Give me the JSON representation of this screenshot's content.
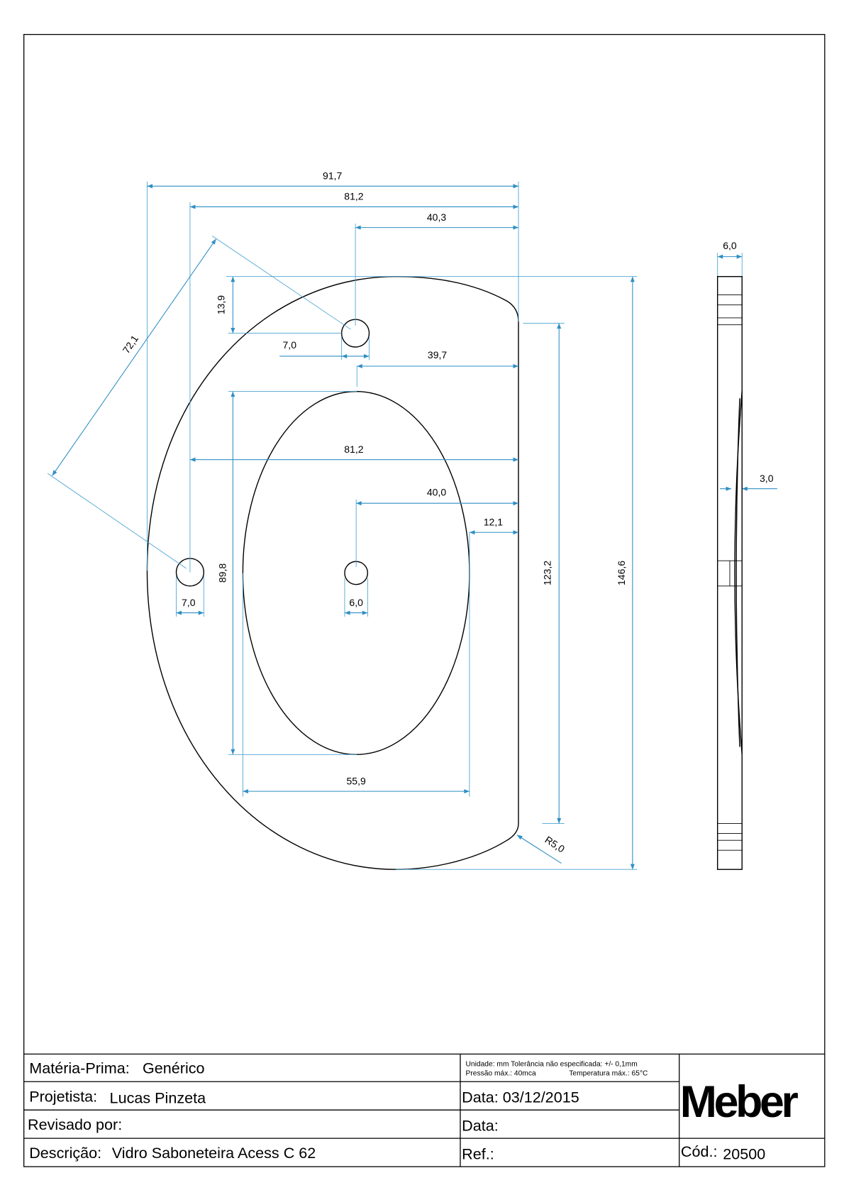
{
  "drawing": {
    "dimensions": {
      "overall_width": "91,7",
      "hole_span_top": "81,2",
      "top_hole_offset": "40,3",
      "diagonal_hole_distance": "72,1",
      "top_hole_vertical": "13,9",
      "top_hole_diameter": "7,0",
      "opening_top_offset": "39,7",
      "hole_span_mid": "81,2",
      "center_hole_offset": "40,0",
      "opening_right_margin": "12,1",
      "opening_height": "89,8",
      "opening_width": "55,9",
      "left_hole_diameter": "7,0",
      "center_hole_diameter": "6,0",
      "straight_edge_height": "123,2",
      "overall_height": "146,6",
      "corner_radius": "R5,0",
      "thickness": "6,0",
      "recess_depth": "3,0"
    }
  },
  "title_block": {
    "material_label": "Matéria-Prima:",
    "material_value": "Genérico",
    "designer_label": "Projetista:",
    "designer_value": "Lucas Pinzeta",
    "reviewed_label": "Revisado por:",
    "notes_line1": "Unidade: mm Tolerância não especificada: +/- 0,1mm",
    "notes_line2a": "Pressão máx.: 40mca",
    "notes_line2b": "Temperatura máx.: 65°C",
    "date_label": "Data: 03/12/2015",
    "date2_label": "Data:",
    "description_label": "Descrição:",
    "description_value": "Vidro Saboneteira Acess C 62",
    "ref_label": "Ref.:",
    "code_label": "Cód.:",
    "code_value": "20500",
    "logo": "Meber"
  }
}
